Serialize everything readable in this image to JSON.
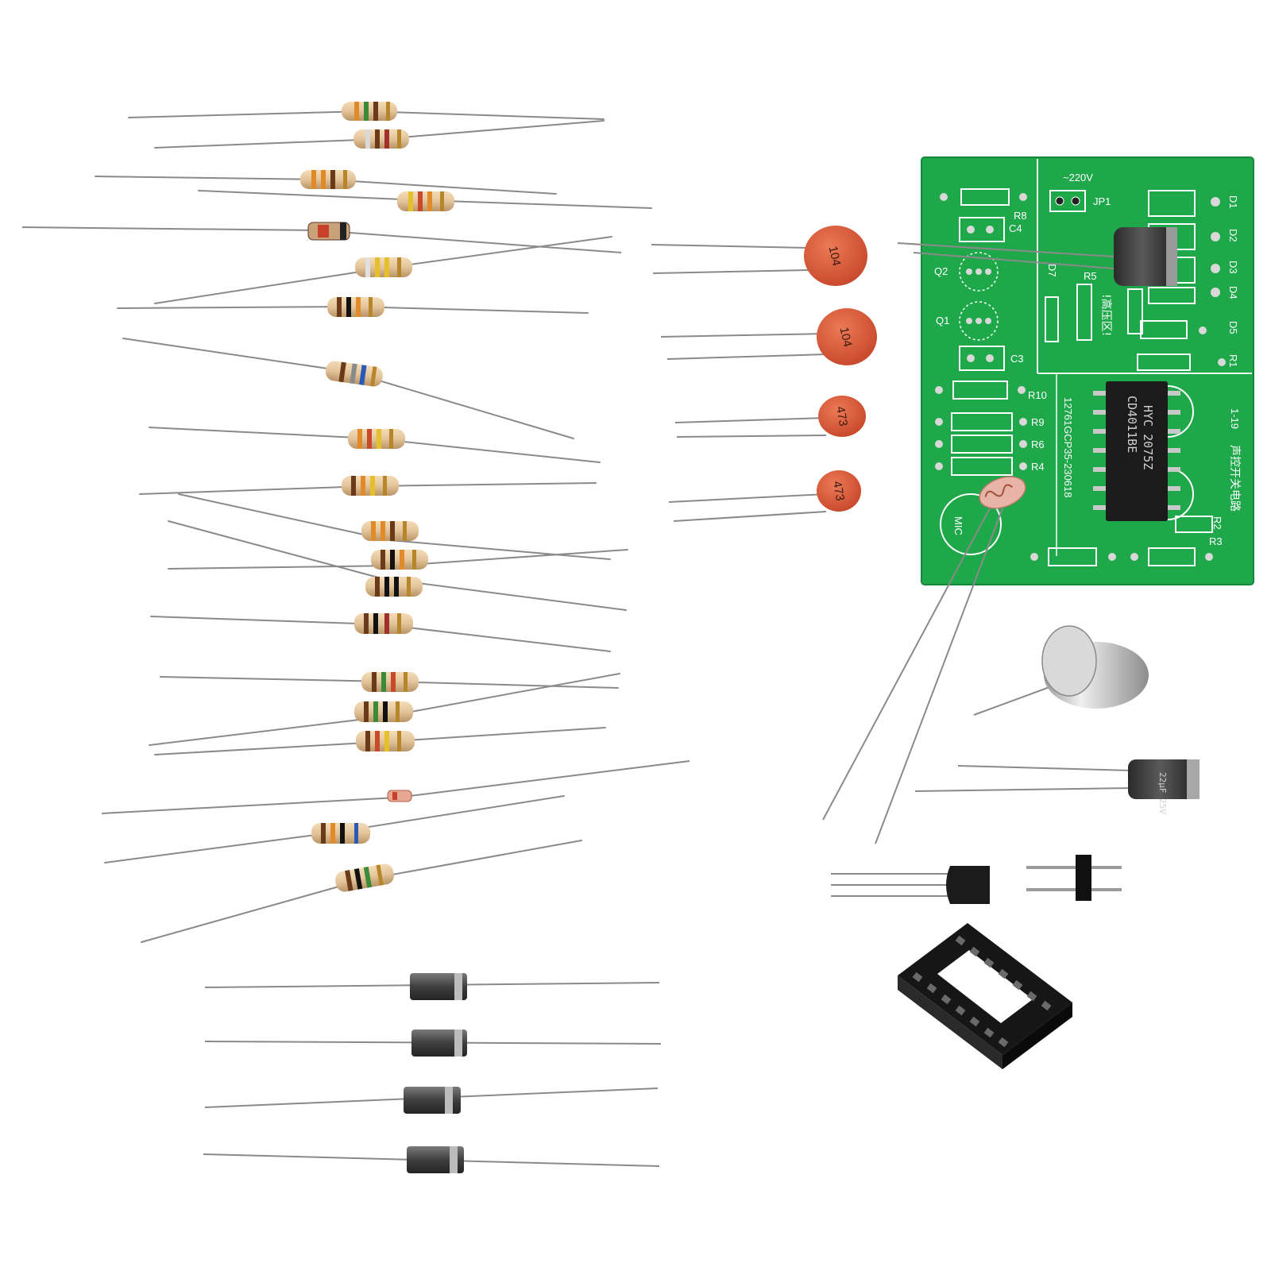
{
  "colors": {
    "background": "#ffffff",
    "pcb_green": "#1ea84a",
    "silkscreen": "#ffffff",
    "resistor_body": "#e3c49a",
    "ceramic_cap": "#d9593a",
    "diode_body": "#4a4a4a",
    "lead_wire": "#8a8a8a"
  },
  "pcb": {
    "voltage_label": "~220V",
    "jumper_label": "JP1",
    "board_id": "1-19",
    "title_cn": "声控开关电路",
    "warning_cn": "!高压区!",
    "serial": "12761GCP35-230618",
    "designators": {
      "r8": "R8",
      "c4": "C4",
      "q2": "Q2",
      "q1": "Q1",
      "c3": "C3",
      "r10": "R10",
      "r9": "R9",
      "r6": "R6",
      "r4": "R4",
      "r5": "R5",
      "r1": "R1",
      "r2": "R2",
      "r3": "R3",
      "mic": "MIC",
      "d1": "D1",
      "d2": "D2",
      "d3": "D3",
      "d4": "D4",
      "d5": "D5",
      "d7": "D7"
    },
    "ic_line1": "CD4011BE",
    "ic_line2": "HYC 2075Z"
  },
  "ceramic_capacitors": [
    "104",
    "104",
    "473",
    "473"
  ],
  "electrolytic_capacitor_label": "22µF 25V",
  "icons": [
    "resistor-icon",
    "diode-icon",
    "ceramic-capacitor-icon",
    "electrolytic-capacitor-icon",
    "microphone-icon",
    "photoresistor-icon",
    "transistor-icon",
    "pin-header-icon",
    "ic-socket-icon"
  ]
}
